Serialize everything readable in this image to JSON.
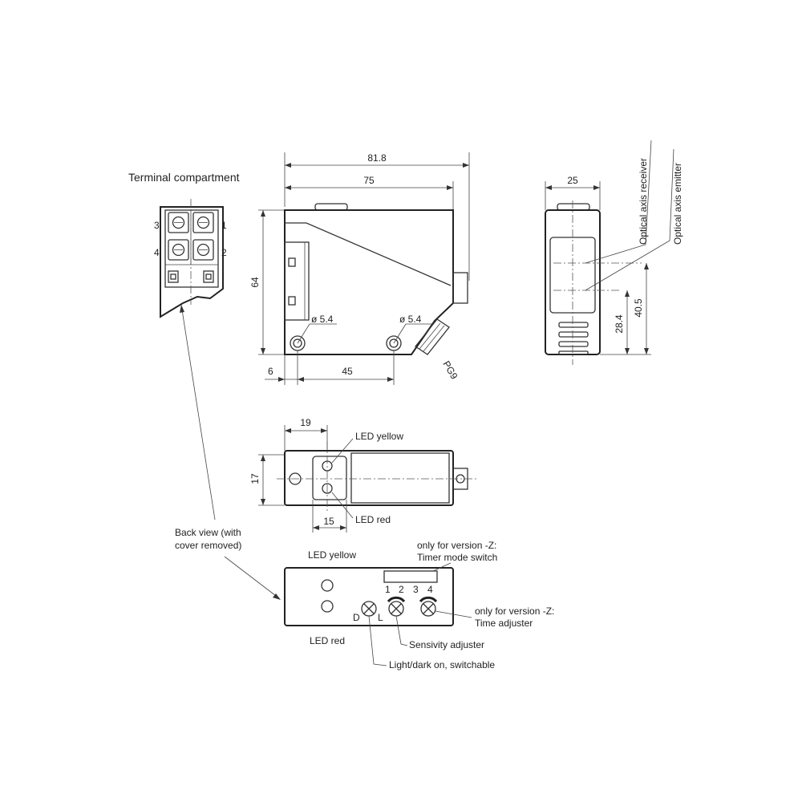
{
  "labels": {
    "terminal_compartment": "Terminal compartment",
    "back_view_line1": "Back view (with",
    "back_view_line2": "cover removed)",
    "led_yellow_top": "LED yellow",
    "led_red_top": "LED red",
    "led_yellow_back": "LED yellow",
    "led_red_back": "LED red",
    "timer_mode_line1": "only for version -Z:",
    "timer_mode_line2": "Timer mode switch",
    "time_adjuster_line1": "only for version -Z:",
    "time_adjuster_line2": "Time adjuster",
    "sensitivity_adjuster": "Sensivity adjuster",
    "light_dark": "Light/dark on, switchable",
    "optical_axis_receiver": "Optical axis receiver",
    "optical_axis_emitter": "Optical axis emitter",
    "pg9": "PG9",
    "switch_d": "D",
    "switch_l": "L"
  },
  "terminal_numbers": [
    "3",
    "1",
    "4",
    "2"
  ],
  "timer_switch_positions": [
    "1",
    "2",
    "3",
    "4"
  ],
  "dimensions": {
    "overall_length": "81.8",
    "body_length": "75",
    "height": "64",
    "hole_dia_left": "ø 5.4",
    "hole_dia_right": "ø 5.4",
    "hole_offset": "6",
    "hole_spacing": "45",
    "width": "25",
    "receiver_axis_height": "40.5",
    "emitter_axis_height": "28.4",
    "led_offset": "19",
    "top_width": "17",
    "led_window_width": "15"
  }
}
